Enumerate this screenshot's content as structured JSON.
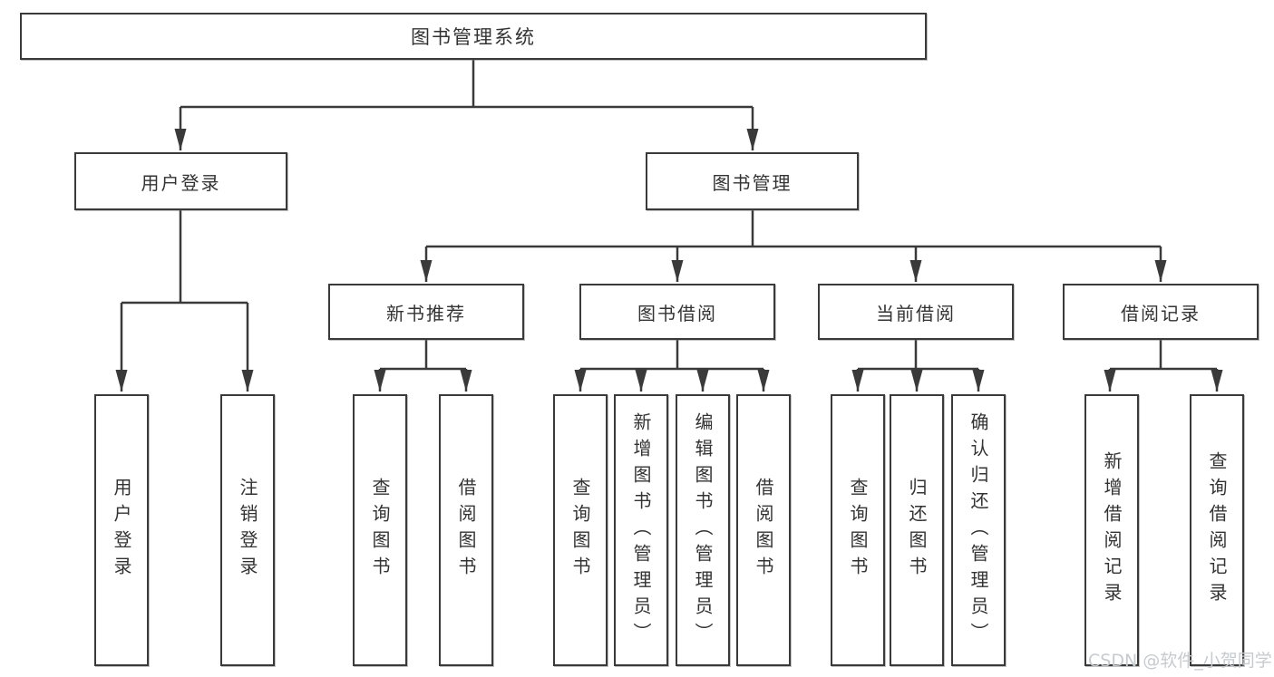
{
  "diagram": {
    "root": "图书管理系统",
    "level2": [
      "用户登录",
      "图书管理"
    ],
    "level3": [
      "新书推荐",
      "图书借阅",
      "当前借阅",
      "借阅记录"
    ],
    "leaves": {
      "user_login": [
        "用户登录",
        "注销登录"
      ],
      "new_book_recommend": [
        "查询图书",
        "借阅图书"
      ],
      "book_borrow": [
        "查询图书",
        "新增图书（管理员）",
        "编辑图书（管理员）",
        "借阅图书"
      ],
      "current_borrow": [
        "查询图书",
        "归还图书",
        "确认归还（管理员）"
      ],
      "borrow_records": [
        "新增借阅记录",
        "查询借阅记录"
      ]
    }
  },
  "watermark": {
    "text": "CSDN @软件_小贺同学"
  },
  "colors": {
    "line": "#3a3a3a",
    "text": "#333333",
    "watermark": "#c6cbd0",
    "background": "#ffffff"
  }
}
